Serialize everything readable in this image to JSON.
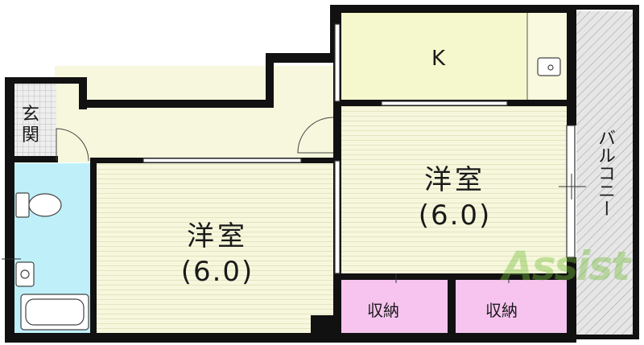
{
  "rooms": {
    "kitchen": {
      "label": "K"
    },
    "western_room_right": {
      "name": "洋室",
      "size": "(6.0)"
    },
    "western_room_left": {
      "name": "洋室",
      "size": "(6.0)"
    },
    "storage_left": {
      "label": "収納"
    },
    "storage_right": {
      "label": "収納"
    },
    "entrance": {
      "label": "玄関"
    },
    "balcony": {
      "label": "バルコニー"
    }
  },
  "watermark": {
    "text": "Assist"
  },
  "colors": {
    "wall": "#111111",
    "tatami_floor": "#f6f7dc",
    "kitchen_floor": "#f5f7cc",
    "bathroom": "#bff0fa",
    "storage": "#f6c4ef",
    "balcony": "#e4e4e4",
    "watermark": "#7fbf3c"
  }
}
